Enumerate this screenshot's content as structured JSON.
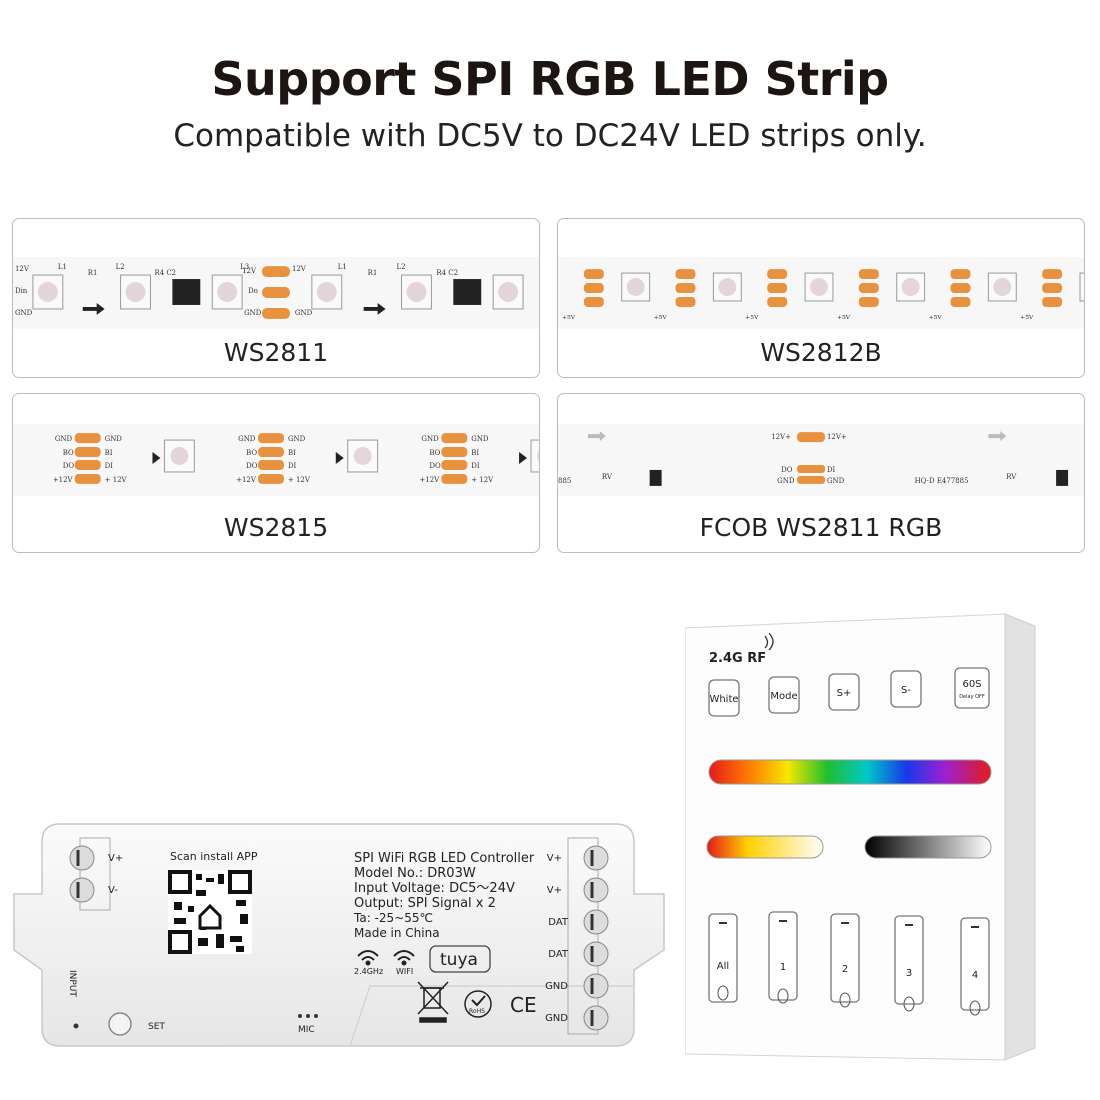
{
  "header": {
    "title": "Support SPI RGB LED Strip",
    "subtitle": "Compatible with DC5V to DC24V LED strips only."
  },
  "strips": [
    {
      "label": "WS2811"
    },
    {
      "label": "WS2812B"
    },
    {
      "label": "WS2815"
    },
    {
      "label": "FCOB WS2811 RGB"
    }
  ],
  "controller": {
    "scan_text": "Scan install APP",
    "name": "SPI WiFi RGB LED Controller",
    "model": "Model No.: DR03W",
    "input_voltage": "Input Voltage: DC5～24V",
    "output": "Output: SPI Signal x 2",
    "ta": "Ta: -25~55℃",
    "made_in": "Made in China",
    "wifi_24_label": "2.4GHz",
    "wifi_label": "WIFI",
    "brand": "tuya",
    "input_label": "INPUT",
    "set_label": "SET",
    "mic_label": "MIC",
    "rohs_label": "RoHS",
    "ce_label": "CE",
    "left_terminals": [
      "V+",
      "V-"
    ],
    "right_terminals": [
      "V+",
      "V+",
      "DAT",
      "DAT",
      "GND",
      "GND"
    ]
  },
  "remote": {
    "rf_label": "2.4G RF",
    "buttons": [
      "White",
      "Mode",
      "S+",
      "S-",
      "60S"
    ],
    "delay_label": "Delay OFF",
    "zones": [
      "All",
      "1",
      "2",
      "3",
      "4"
    ]
  }
}
